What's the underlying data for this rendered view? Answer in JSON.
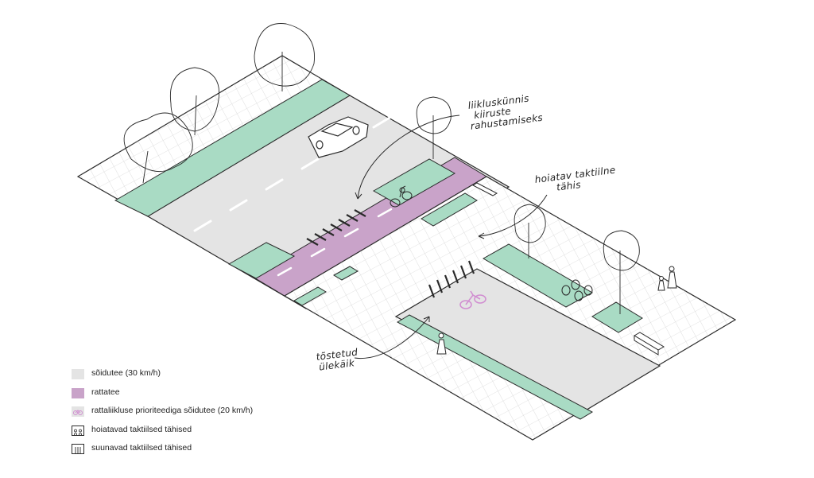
{
  "annotations": {
    "greenery": [
      "liikluskünnis",
      "kiiruste",
      "rahustamiseks"
    ],
    "warning_tactile": [
      "hoiatav taktiilne",
      "tähis"
    ],
    "raised_crossing": [
      "tõstetud",
      "ülekäik"
    ]
  },
  "legend": [
    {
      "label": "sõidutee (30 km/h)",
      "swatch": "road",
      "color": "#e4e4e4"
    },
    {
      "label": "rattatee",
      "swatch": "bike-lane",
      "color": "#c9a3c9"
    },
    {
      "label": "rattaliikluse prioriteediga sõidutee (20 km/h)",
      "swatch": "bike-priority-road",
      "color": "#e4e4e4"
    },
    {
      "label": "hoiatavad taktiilsed tähised",
      "swatch": "warning-tactile",
      "color": "#ffffff"
    },
    {
      "label": "suunavad taktiilsed tähised",
      "swatch": "guiding-tactile",
      "color": "#ffffff"
    }
  ],
  "colors": {
    "road": "#e4e4e4",
    "bike_lane": "#c9a3c9",
    "greenery": "#a9dbc4",
    "sidewalk": "#ffffff",
    "line": "#2a2a2a",
    "bike_symbol": "#d18fd1"
  }
}
